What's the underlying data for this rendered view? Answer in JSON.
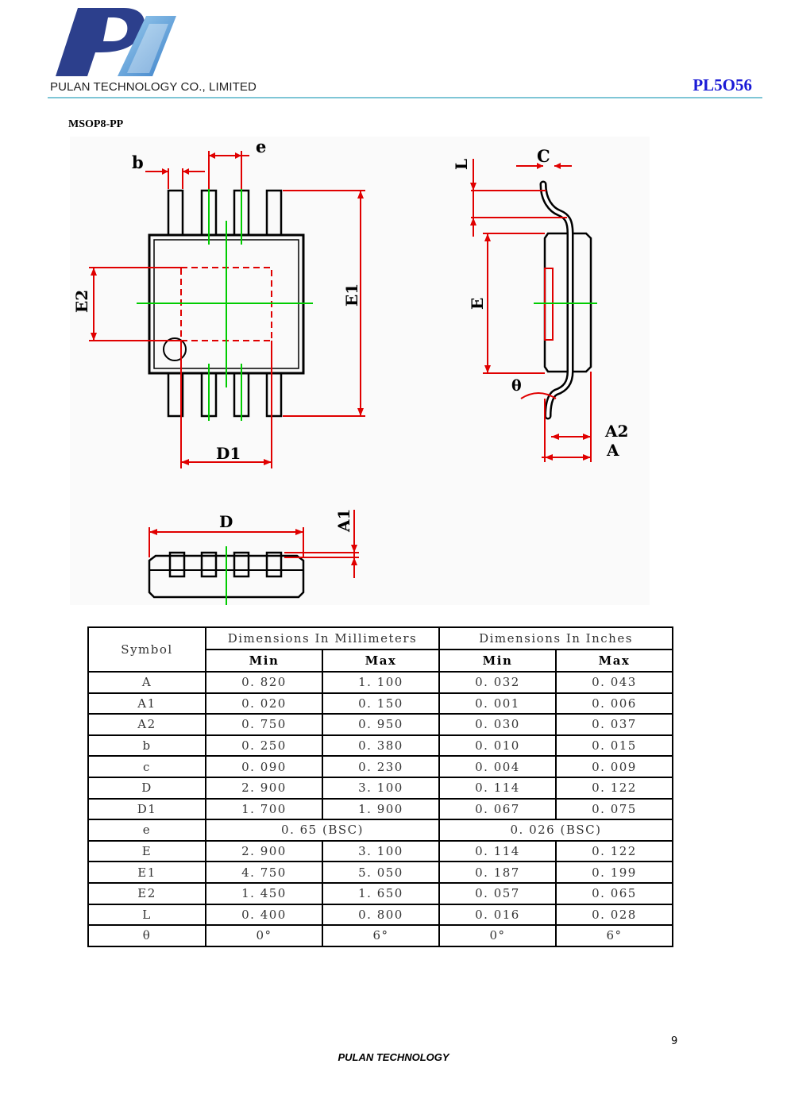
{
  "header": {
    "company": "PULAN TECHNOLOGY CO., LIMITED",
    "part_number": "PL5O56"
  },
  "package": {
    "title": "MSOP8-PP",
    "drawing_labels": {
      "b": "b",
      "e": "e",
      "E2": "E2",
      "E1": "E1",
      "D1": "D1",
      "L": "L",
      "C": "C",
      "E": "E",
      "theta": "θ",
      "A2": "A2",
      "A": "A",
      "D": "D",
      "A1": "A1"
    }
  },
  "table": {
    "symbol_header": "Symbol",
    "mm_header": "Dimensions In Millimeters",
    "in_header": "Dimensions In Inches",
    "min_label": "Min",
    "max_label": "Max",
    "rows": [
      {
        "symbol": "A",
        "mm_min": "0. 820",
        "mm_max": "1. 100",
        "in_min": "0. 032",
        "in_max": "0. 043"
      },
      {
        "symbol": "A1",
        "mm_min": "0. 020",
        "mm_max": "0. 150",
        "in_min": "0. 001",
        "in_max": "0. 006"
      },
      {
        "symbol": "A2",
        "mm_min": "0. 750",
        "mm_max": "0. 950",
        "in_min": "0. 030",
        "in_max": "0. 037"
      },
      {
        "symbol": "b",
        "mm_min": "0. 250",
        "mm_max": "0. 380",
        "in_min": "0. 010",
        "in_max": "0. 015"
      },
      {
        "symbol": "c",
        "mm_min": "0. 090",
        "mm_max": "0. 230",
        "in_min": "0. 004",
        "in_max": "0. 009"
      },
      {
        "symbol": "D",
        "mm_min": "2. 900",
        "mm_max": "3. 100",
        "in_min": "0. 114",
        "in_max": "0. 122"
      },
      {
        "symbol": "D1",
        "mm_min": "1. 700",
        "mm_max": "1. 900",
        "in_min": "0. 067",
        "in_max": "0. 075"
      },
      {
        "symbol": "e",
        "mm_span": "0. 65  (BSC)",
        "in_span": "0. 026 (BSC)"
      },
      {
        "symbol": "E",
        "mm_min": "2. 900",
        "mm_max": "3. 100",
        "in_min": "0. 114",
        "in_max": "0. 122"
      },
      {
        "symbol": "E1",
        "mm_min": "4. 750",
        "mm_max": "5. 050",
        "in_min": "0. 187",
        "in_max": "0. 199"
      },
      {
        "symbol": "E2",
        "mm_min": "1. 450",
        "mm_max": "1. 650",
        "in_min": "0. 057",
        "in_max": "0. 065"
      },
      {
        "symbol": "L",
        "mm_min": "0. 400",
        "mm_max": "0. 800",
        "in_min": "0. 016",
        "in_max": "0. 028"
      },
      {
        "symbol": "θ",
        "mm_min": "0°",
        "mm_max": "6°",
        "in_min": "0°",
        "in_max": "6°"
      }
    ]
  },
  "footer": {
    "page_number": "9",
    "text": "PULAN TECHNOLOGY"
  },
  "colors": {
    "logo_dark_blue": "#2c3f8c",
    "logo_light_blue": "#5aa6d8",
    "part_number_blue": "#1a1ad6",
    "header_rule": "#7fc6d6",
    "dimension_red": "#e00000",
    "center_green": "#00cc00"
  }
}
